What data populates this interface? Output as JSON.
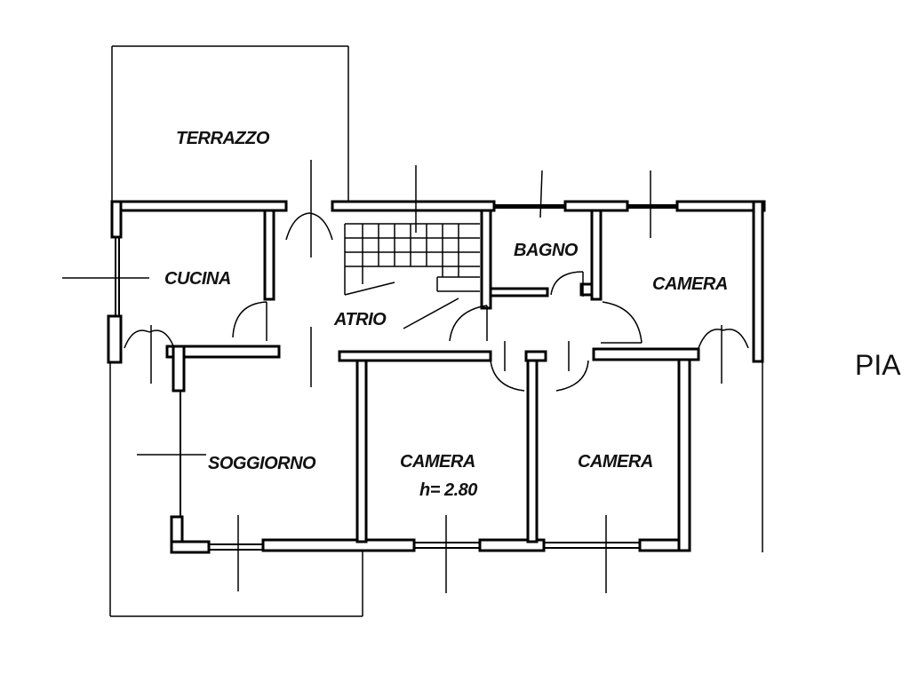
{
  "plan": {
    "rooms": {
      "terrazzo": "TERRAZZO",
      "cucina": "CUCINA",
      "bagno": "BAGNO",
      "camera_ne": "CAMERA",
      "atrio": "ATRIO",
      "soggiorno": "SOGGIORNO",
      "camera_center": "CAMERA",
      "camera_center_height": "h= 2.80",
      "camera_se": "CAMERA"
    },
    "side_label": "PIA"
  }
}
